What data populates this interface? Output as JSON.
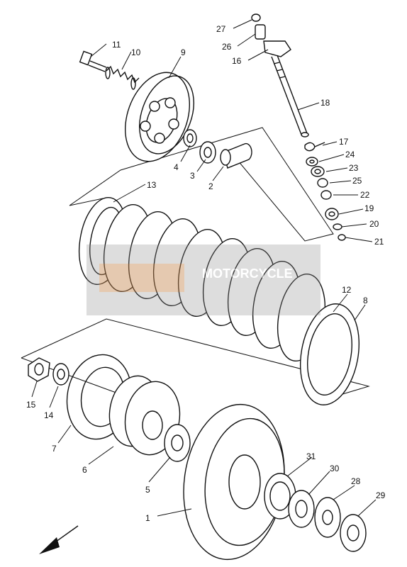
{
  "diagram": {
    "type": "exploded-parts-view",
    "watermark": {
      "text": "MOTORCYCLE",
      "color": "#9a9a9a"
    },
    "callouts": [
      "1",
      "2",
      "3",
      "4",
      "5",
      "6",
      "7",
      "8",
      "9",
      "10",
      "11",
      "12",
      "13",
      "14",
      "15",
      "16",
      "17",
      "18",
      "19",
      "20",
      "21",
      "22",
      "23",
      "24",
      "25",
      "26",
      "27",
      "28",
      "29",
      "30",
      "31"
    ],
    "front_arrow": "arrow-icon"
  }
}
